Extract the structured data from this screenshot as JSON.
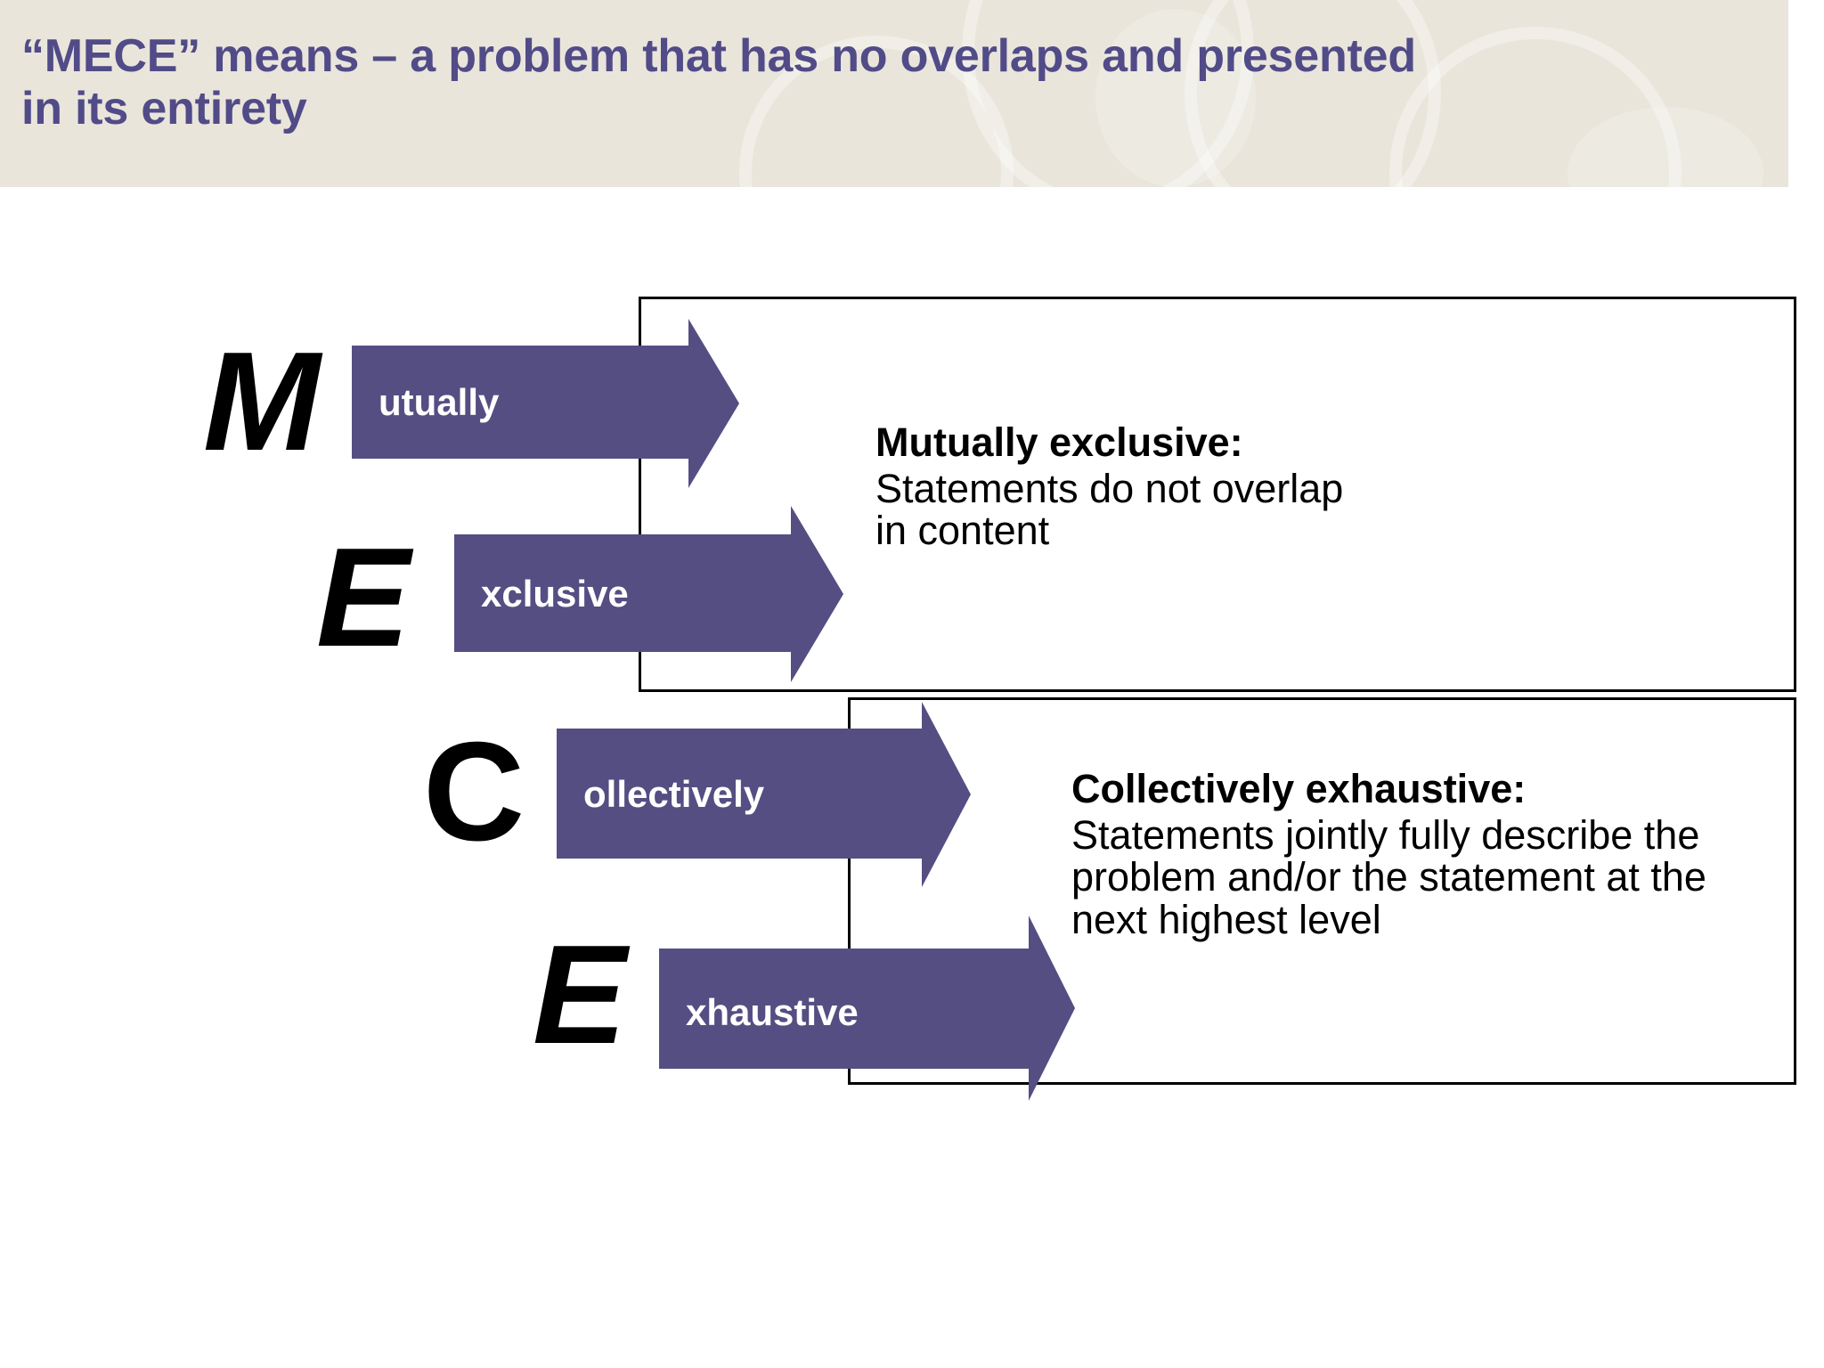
{
  "slide": {
    "title": "“MECE” means – a problem that has no overlaps and presented\nin its entirety",
    "title_color": "#514b88",
    "band_color": "#e9e5db",
    "arrow_color": "#554e82",
    "letter_color": "#000000",
    "box_border_color": "#000000"
  },
  "acronym": {
    "rows": [
      {
        "letter": "M",
        "word_remainder": "utually",
        "italic": true
      },
      {
        "letter": "E",
        "word_remainder": "xclusive",
        "italic": true
      },
      {
        "letter": "C",
        "word_remainder": "ollectively",
        "italic": false
      },
      {
        "letter": "E",
        "word_remainder": "xhaustive",
        "italic": true
      }
    ]
  },
  "callouts": [
    {
      "heading": "Mutually exclusive:",
      "body": "Statements do not overlap\nin content"
    },
    {
      "heading": "Collectively exhaustive:",
      "body": "Statements jointly fully describe the\nproblem and/or the statement at the\nnext highest level"
    }
  ]
}
